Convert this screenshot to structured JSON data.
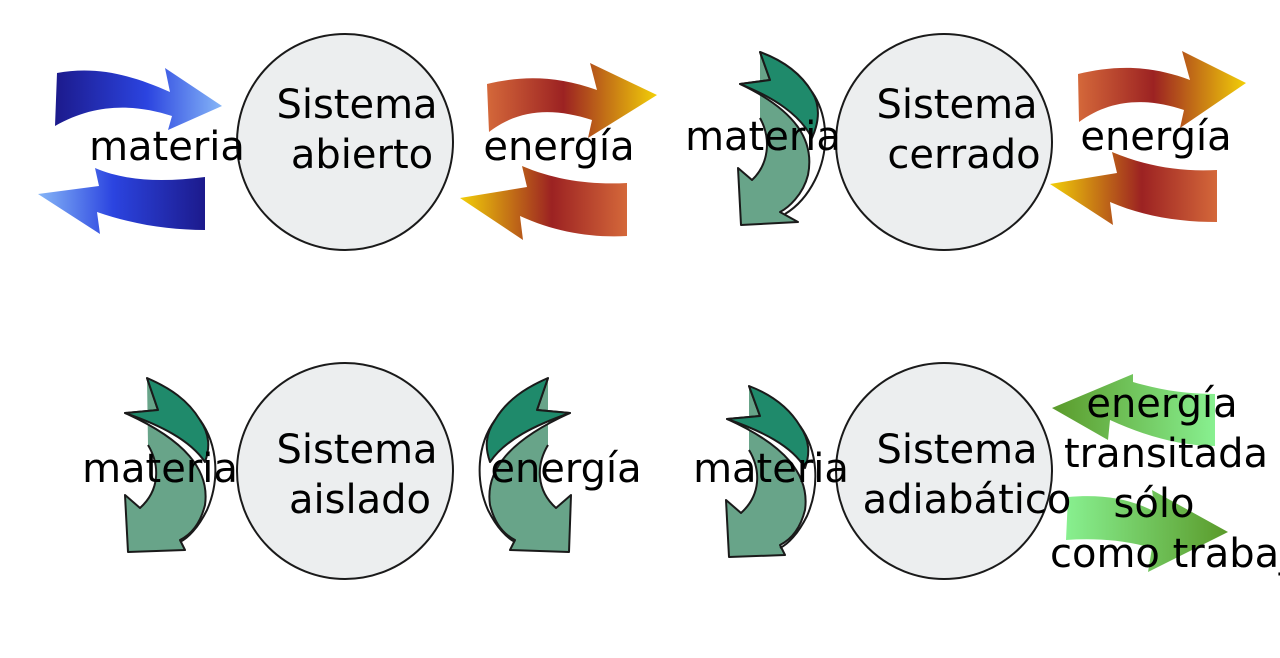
{
  "panels": {
    "open": {
      "system_line1": "Sistema",
      "system_line2": "abierto",
      "matter_label": "materia",
      "energy_label": "energía"
    },
    "closed": {
      "system_line1": "Sistema",
      "system_line2": "cerrado",
      "matter_label": "materia",
      "energy_label": "energía"
    },
    "isolated": {
      "system_line1": "Sistema",
      "system_line2": "aislado",
      "matter_label": "materia",
      "energy_label": "energía"
    },
    "adiabatic": {
      "system_line1": "Sistema",
      "system_line2": "adiabático",
      "matter_label": "materia",
      "energy_line1": "energía",
      "energy_line2": "transitada",
      "energy_line3": "sólo",
      "energy_line4": "como trabajo"
    }
  },
  "colors": {
    "circle_fill": "#eceeef",
    "circle_stroke": "#1a1a1a",
    "matter_flow_dark": "#1c1a8c",
    "matter_flow_mid": "#2b44e0",
    "matter_flow_light": "#86b6f7",
    "energy_flow_red": "#9c2222",
    "energy_flow_orange": "#d4683a",
    "energy_flow_yellow": "#f2cf08",
    "blocked_dark": "#1f8a6b",
    "blocked_light": "#68a489",
    "work_dark": "#5a9a2a",
    "work_light": "#88f090"
  }
}
